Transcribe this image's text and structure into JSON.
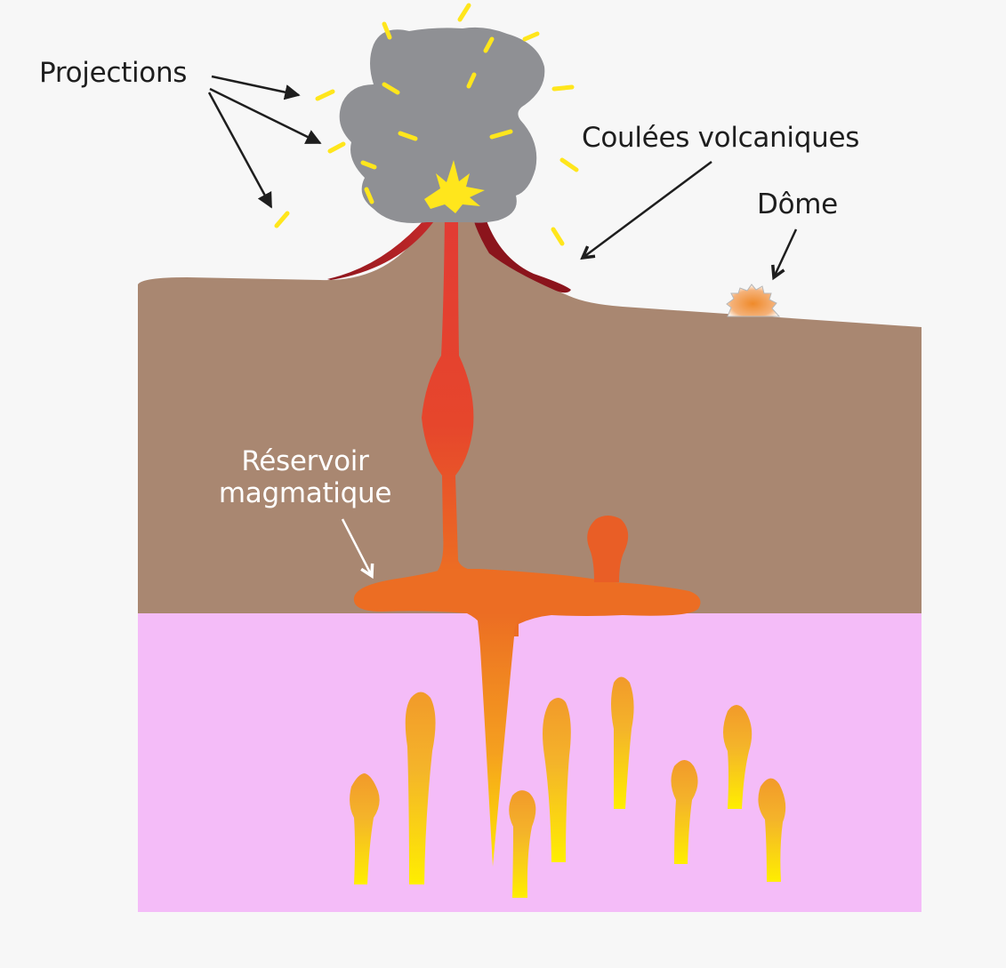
{
  "labels": {
    "projections": "Projections",
    "coulees_volcaniques": "Coulées volcaniques",
    "dome": "Dôme",
    "reservoir_line1": "Réservoir",
    "reservoir_line2": "magmatique"
  },
  "colors": {
    "background": "#f7f7f7",
    "crust": "#a98771",
    "mantle": "#f4bcf8",
    "ash_cloud": "#8f9094",
    "projections": "#ffe61c",
    "lava_conduit": "#e64131",
    "lava_flow": "#8b141c",
    "magma_reservoir": "#ec6d23",
    "magma_rising": "#f6a81e",
    "magma_hot": "#ffe600",
    "dome": "#f09a3e",
    "label_text": "#1e1e1e",
    "label_text_light": "#ffffff"
  }
}
